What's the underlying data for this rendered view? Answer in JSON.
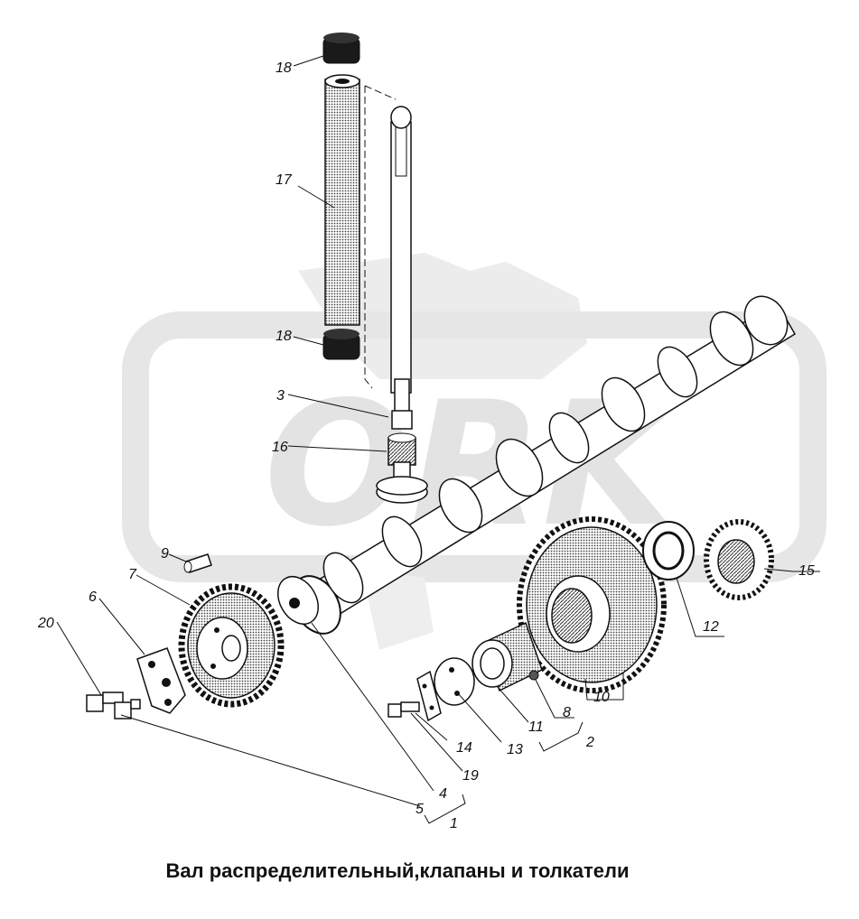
{
  "caption": "Вал распределительный,клапаны и толкатели",
  "watermark": "ORK",
  "colors": {
    "watermark": "#e8e8e8",
    "ink": "#111111"
  },
  "callouts": {
    "n1": "1",
    "n2": "2",
    "n3": "3",
    "n4": "4",
    "n5": "5",
    "n6": "6",
    "n7": "7",
    "n8": "8",
    "n9": "9",
    "n10": "10",
    "n11": "11",
    "n12": "12",
    "n13": "13",
    "n14": "14",
    "n15": "15",
    "n16": "16",
    "n17": "17",
    "n18a": "18",
    "n18b": "18",
    "n19": "19",
    "n20": "20"
  }
}
